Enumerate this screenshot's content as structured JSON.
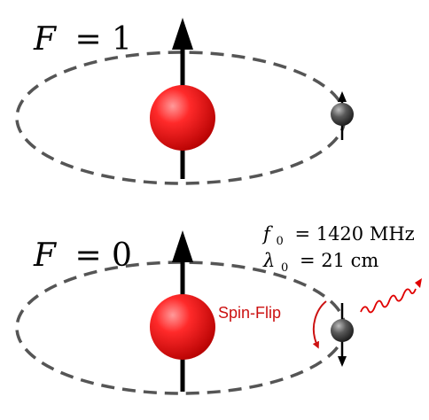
{
  "panel_top": {
    "state_label_var": "F",
    "state_label_eq": "= 1"
  },
  "panel_bottom": {
    "state_label_var": "F",
    "state_label_eq": "= 0",
    "frequency_var": "f",
    "frequency_sub": "0",
    "frequency_eq": "= 1420 MHz",
    "wavelength_var": "λ",
    "wavelength_sub": "0",
    "wavelength_eq": "= 21 cm",
    "transition_label": "Spin-Flip"
  },
  "colors": {
    "proton": "#e00000",
    "electron": "#333333",
    "orbit": "#555555",
    "arrow": "#000000",
    "photon": "#e00000",
    "transition": "#cc1111"
  }
}
